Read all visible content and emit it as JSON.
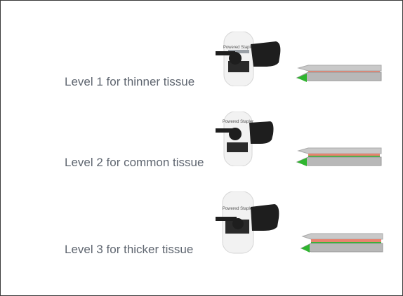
{
  "levels": [
    {
      "label": "Level 1 for thinner tissue",
      "device_text": "Powered Stapler"
    },
    {
      "label": "Level 2 for common tissue",
      "device_text": "Powered Stapler"
    },
    {
      "label": "Level 3 for thicker tissue",
      "device_text": "Powered Stapler"
    }
  ],
  "colors": {
    "jaw_gray": "#b8b8b8",
    "anvil_gray": "#c9c9c9",
    "tissue_red": "#e8836f",
    "tissue_green": "#2fb52f",
    "knob_black": "#1e1e1e",
    "label_text": "#5f6670"
  },
  "icons": [
    "stapler-handle-icon",
    "stapler-jaw-icon"
  ]
}
